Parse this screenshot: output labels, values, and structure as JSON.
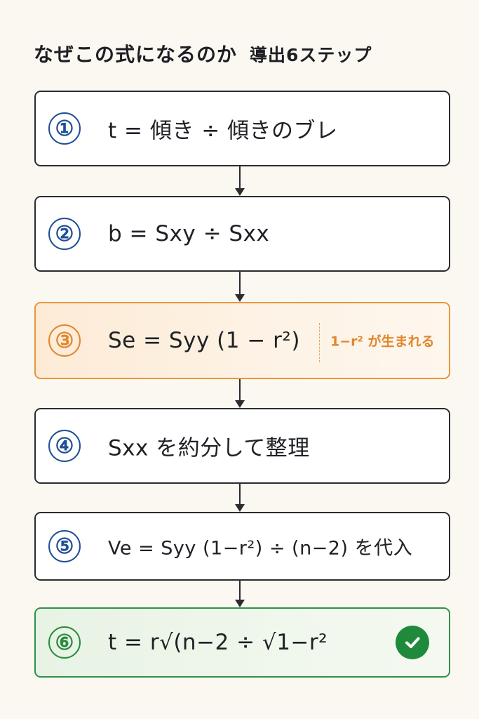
{
  "title": {
    "main": "なぜこの式になるのか",
    "sub": "導出6ステップ"
  },
  "steps": [
    {
      "number": "①",
      "formula": "t = 傾き ÷ 傾きのブレ"
    },
    {
      "number": "②",
      "formula": "b = Sxy ÷ Sxx"
    },
    {
      "number": "③",
      "formula": "Se = Syy (1 − r²)",
      "note": "1−r² が生まれる"
    },
    {
      "number": "④",
      "formula": "Sxx を約分して整理"
    },
    {
      "number": "⑤",
      "formula": "Ve = Syy (1−r²) ÷ (n−2) を代入"
    },
    {
      "number": "⑥",
      "formula": "t = r√(n−2 ÷ √1−r²",
      "status_icon": "check-circle-icon"
    }
  ],
  "colors": {
    "accent_blue": "#1f4f95",
    "highlight_orange": "#e0862c",
    "final_green": "#2a8a3e"
  }
}
